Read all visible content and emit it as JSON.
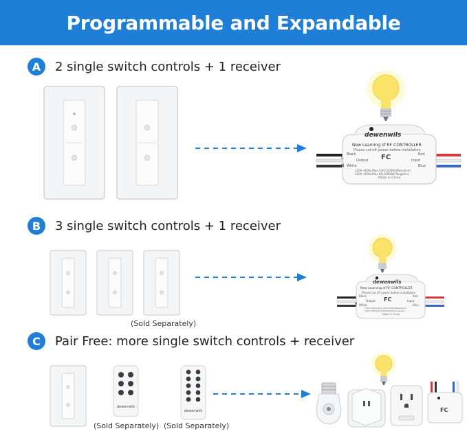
{
  "banner": {
    "title": "Programmable and Expandable"
  },
  "sections": [
    {
      "letter": "A",
      "title": "2 single switch controls + 1 receiver"
    },
    {
      "letter": "B",
      "title": "3 single switch controls + 1 receiver",
      "note": "(Sold Separately)"
    },
    {
      "letter": "C",
      "title": "Pair Free: more single switch controls + receiver",
      "note_remote_1": "(Sold Separately)",
      "note_remote_2": "(Sold Separately)"
    }
  ],
  "receiver": {
    "brand": "dewenwils",
    "model": "New Learning of RF CONTROLLER",
    "warning": "Please cut off power before installation",
    "fc": "FC",
    "wire_left_1": "Black",
    "wire_left_2": "Output",
    "wire_left_3": "White",
    "wire_right_1": "Red",
    "wire_right_2": "Input",
    "wire_right_3": "Blue",
    "label_l": "L",
    "label_n": "N",
    "rating_1": "120V~60Hz,Max 10A(1200W)(Resistive)",
    "rating_2": "120V~60Hz,Max 8A(1000W)(Tungsten)",
    "origin": "Made in China"
  },
  "remote": {
    "brand": "dewenwils"
  },
  "colors": {
    "accent": "#1f7fd6",
    "arrow": "#1f7fd6",
    "bulb": "#fbe36b"
  },
  "icons": [
    "light-bulb-icon",
    "dashed-arrow-icon",
    "fcc-mark-icon"
  ]
}
